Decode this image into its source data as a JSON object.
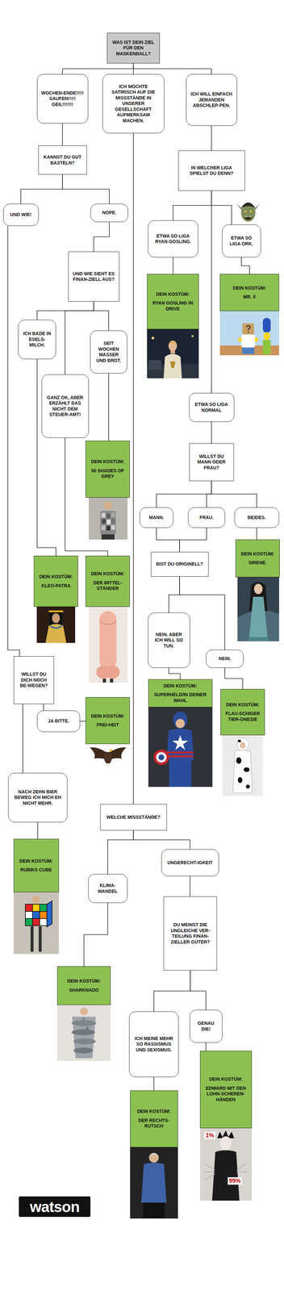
{
  "diagram": {
    "nodes": [
      {
        "text": [
          "WAS IST DEIN ZIEL FÜR DEN MASKENBALL?"
        ]
      },
      {
        "text": [
          "WOCHEN-ENDE!!!!! SAUFEN!!!!! GEIL!!!!!!!"
        ]
      },
      {
        "text": [
          "ICH MÖCHTE SATIRISCH AUF DIE MISSSTÄNDE IN UNSERER GESELLSCHAFT AUFMERKSAM MACHEN."
        ]
      },
      {
        "text": [
          "ICH WILL EINFACH JEMANDEN ABSCHLEP-PEN."
        ]
      },
      {
        "text": [
          "KANNST DU GUT BASTELN?"
        ]
      },
      {
        "text": [
          "IN WELCHER LIGA SPIELST DU DENN?"
        ]
      },
      {
        "text": [
          "UND WIE!"
        ]
      },
      {
        "text": [
          "NOPE."
        ]
      },
      {
        "text": [
          "ETWA SO LIGA RYAN GOSLING."
        ]
      },
      {
        "text": [
          "ETWA SO LIGA ORK."
        ]
      },
      {
        "text": [
          "UND WIE SIEHT ES FINAN-ZIELL AUS?"
        ]
      },
      {
        "text": [
          "DEIN KOSTÜM:",
          "RYAN GOSLING IN DRIVE"
        ]
      },
      {
        "text": [
          "DEIN KOSTÜM:",
          "MR. X"
        ]
      },
      {
        "text": [
          "ICH BADE IN ESELS-MILCH."
        ]
      },
      {
        "text": [
          "SEIT WOCHEN WASSER UND BROT."
        ]
      },
      {
        "text": [
          "GANZ OK, ABER ERZÄHLT DAS NICHT DEM STEUER-AMT!"
        ]
      },
      {
        "text": [
          "ETWA SO LIGA NORMAL"
        ]
      },
      {
        "text": [
          "DEIN KOSTÜM:",
          "50 SHADES OF GREY"
        ]
      },
      {
        "text": [
          "WILLST DU MANN ODER FRAU?"
        ]
      },
      {
        "text": [
          "MANN."
        ]
      },
      {
        "text": [
          "FRAU."
        ]
      },
      {
        "text": [
          "BEIDES."
        ]
      },
      {
        "text": [
          "DEIN KOSTÜM:",
          "SIRENE."
        ]
      },
      {
        "text": [
          "BIST DU ORIGINELL?"
        ]
      },
      {
        "text": [
          "DEIN KOSTÜM:",
          "KLEO-PATRA"
        ]
      },
      {
        "text": [
          "DEIN KOSTÜM:",
          "DER MITTEL-STÄNDER"
        ]
      },
      {
        "text": [
          "NEIN. ABER ICH WILL SO TUN."
        ]
      },
      {
        "text": [
          "NEIN."
        ]
      },
      {
        "text": [
          "WILLST DU DICH NOCH BE-WEGEN?"
        ]
      },
      {
        "text": [
          "JA BITTE."
        ]
      },
      {
        "text": [
          "DEIN KOSTÜM:",
          "FREI-HEIT"
        ]
      },
      {
        "text": [
          "DEIN KOSTÜM:",
          "SUPERHELD/IN DEINER WAHL"
        ]
      },
      {
        "text": [
          "DEIN KOSTÜM:",
          "FLAU-SCHIGER TIER-ONESIE"
        ]
      },
      {
        "text": [
          "NACH ZEHN BIER BEWEG ICH MICH EH NICHT MEHR."
        ]
      },
      {
        "text": [
          "WELCHE MISSSTÄNDE?"
        ]
      },
      {
        "text": [
          "DEIN KOSTÜM:",
          "RUBIKS CUBE"
        ]
      },
      {
        "text": [
          "UNGERECHT-IGKEIT"
        ]
      },
      {
        "text": [
          "KLIMA-WANDEL"
        ]
      },
      {
        "text": [
          "DU MEINST DIE UNGLEICHE VER-TEILUNG FINAN-ZIELLER GÜTER?"
        ]
      },
      {
        "text": [
          "DEIN KOSTÜM:",
          "SHARKNADO"
        ]
      },
      {
        "text": [
          "ICH MEINE MEHR SO RASSISMUS UND SEXISMUS."
        ]
      },
      {
        "text": [
          "GENAU DIE!"
        ]
      },
      {
        "text": [
          "DEIN KOSTÜM:",
          "EDWARD MIT DEN LOHN-SCHEREN-HÄNDEN"
        ]
      },
      {
        "text": [
          "DEIN KOSTÜM:",
          "DER RECHTS-RUTSCH"
        ]
      }
    ],
    "edges": [
      {
        "from": 0,
        "to": 1,
        "arrow": "none"
      },
      {
        "from": 0,
        "to": 2,
        "arrow": "none"
      },
      {
        "from": 0,
        "to": 3,
        "arrow": "none"
      },
      {
        "from": 1,
        "to": 4,
        "arrow": "none"
      },
      {
        "from": 3,
        "to": 5,
        "arrow": "none"
      },
      {
        "from": 4,
        "to": 6,
        "arrow": "none"
      },
      {
        "from": 4,
        "to": 7,
        "arrow": "none"
      },
      {
        "from": 5,
        "to": 8,
        "arrow": "none"
      },
      {
        "from": 5,
        "to": 9,
        "arrow": "none"
      },
      {
        "from": 5,
        "to": 16,
        "arrow": "none"
      },
      {
        "from": 7,
        "to": 10,
        "arrow": "none"
      },
      {
        "from": 8,
        "to": 11,
        "arrow": "none"
      },
      {
        "from": 9,
        "to": 12,
        "arrow": "none"
      },
      {
        "from": 10,
        "to": 13,
        "arrow": "none"
      },
      {
        "from": 10,
        "to": 14,
        "arrow": "none"
      },
      {
        "from": 10,
        "to": 15,
        "arrow": "none"
      },
      {
        "from": 13,
        "to": 24,
        "arrow": "none"
      },
      {
        "from": 15,
        "to": 25,
        "arrow": "none"
      },
      {
        "from": 14,
        "to": 17,
        "arrow": "none"
      },
      {
        "from": 16,
        "to": 18,
        "arrow": "none"
      },
      {
        "from": 18,
        "to": 19,
        "arrow": "none"
      },
      {
        "from": 18,
        "to": 20,
        "arrow": "none"
      },
      {
        "from": 18,
        "to": 21,
        "arrow": "none"
      },
      {
        "from": 21,
        "to": 22,
        "arrow": "none"
      },
      {
        "from": 19,
        "to": 23,
        "arrow": "none"
      },
      {
        "from": 20,
        "to": 23,
        "arrow": "none"
      },
      {
        "from": 23,
        "to": 26,
        "arrow": "none"
      },
      {
        "from": 23,
        "to": 27,
        "arrow": "none"
      },
      {
        "from": 26,
        "to": 31,
        "arrow": "none"
      },
      {
        "from": 27,
        "to": 32,
        "arrow": "none"
      },
      {
        "from": 6,
        "to": 28,
        "arrow": "none"
      },
      {
        "from": 28,
        "to": 29,
        "arrow": "none"
      },
      {
        "from": 28,
        "to": 33,
        "arrow": "none"
      },
      {
        "from": 29,
        "to": 30,
        "arrow": "none"
      },
      {
        "from": 33,
        "to": 35,
        "arrow": "none"
      },
      {
        "from": 2,
        "to": 34,
        "arrow": "none"
      },
      {
        "from": 34,
        "to": 36,
        "arrow": "none"
      },
      {
        "from": 34,
        "to": 37,
        "arrow": "none"
      },
      {
        "from": 36,
        "to": 38,
        "arrow": "none"
      },
      {
        "from": 37,
        "to": 39,
        "arrow": "none"
      },
      {
        "from": 38,
        "to": 40,
        "arrow": "none"
      },
      {
        "from": 38,
        "to": 41,
        "arrow": "none"
      },
      {
        "from": 41,
        "to": 42,
        "arrow": "none"
      },
      {
        "from": 40,
        "to": 43,
        "arrow": "none"
      }
    ],
    "labels": [
      "watson",
      "1%",
      "99%"
    ]
  }
}
